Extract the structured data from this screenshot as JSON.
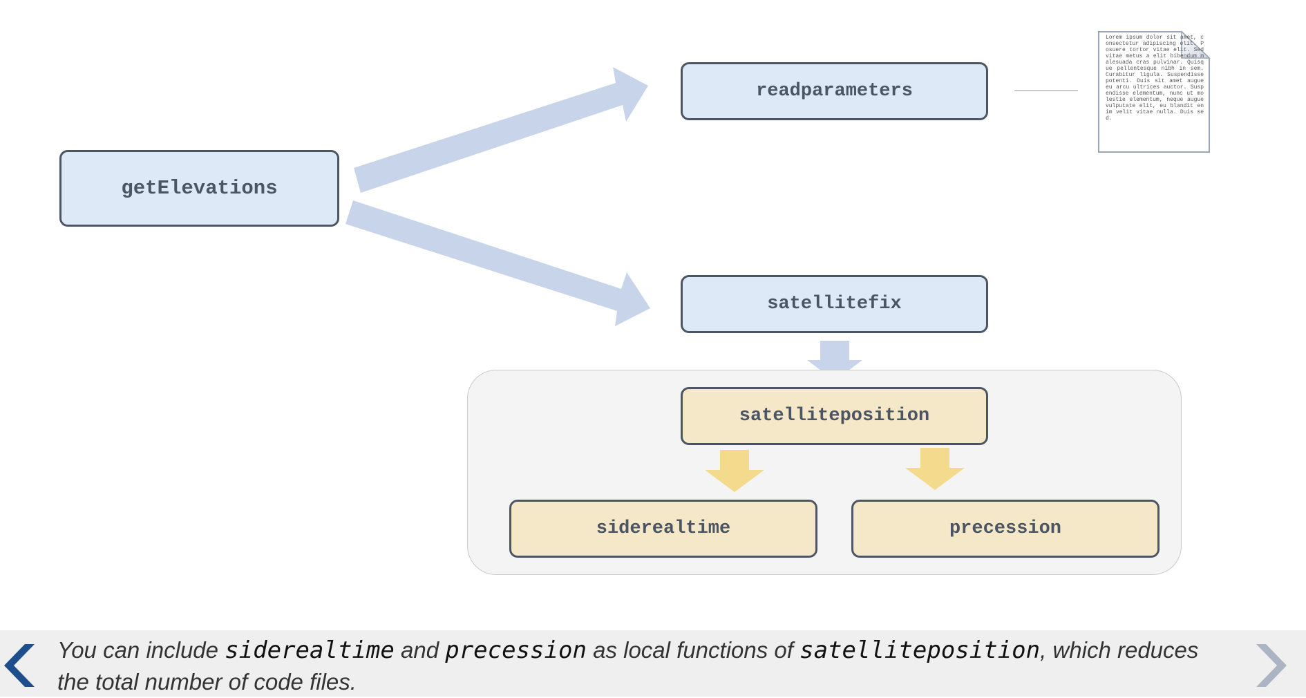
{
  "diagram": {
    "nodes": {
      "getElevations": "getElevations",
      "readparameters": "readparameters",
      "satellitefix": "satellitefix",
      "satelliteposition": "satelliteposition",
      "siderealtime": "siderealtime",
      "precession": "precession"
    },
    "document_text": "Lorem ipsum dolor sit amet, consectetur adipiscing elit. Posuere tortor vitae elit. Sed vitae metus a elit bibendum malesuada cras pulvinar. Quisque pellentesque nibh in sem. Curabitur ligula. Suspendisse potenti. Duis sit amet augue eu arcu ultrices auctor. Suspendisse elementum, nunc ut molestie elementum, neque augue vulputate elit, eu blandit enim velit vitae nulla. Duis sed.",
    "colors": {
      "node_blue": "#dde9f6",
      "node_yellow": "#f5e8c8",
      "node_border": "#4b5563",
      "arrow_blue": "#c7d4ea",
      "arrow_yellow": "#f3da8c",
      "group_bg": "#f4f4f4"
    }
  },
  "caption": {
    "part1": "You can include ",
    "code1": "siderealtime",
    "part2": " and ",
    "code2": "precession",
    "part3": " as local functions of ",
    "code3": "satelliteposition",
    "part4": ", which reduces the total number of code files."
  },
  "nav": {
    "prev_icon": "chevron-left-icon",
    "next_icon": "chevron-right-icon",
    "prev_color": "#1f4e8c",
    "next_color": "#aab4c2"
  }
}
